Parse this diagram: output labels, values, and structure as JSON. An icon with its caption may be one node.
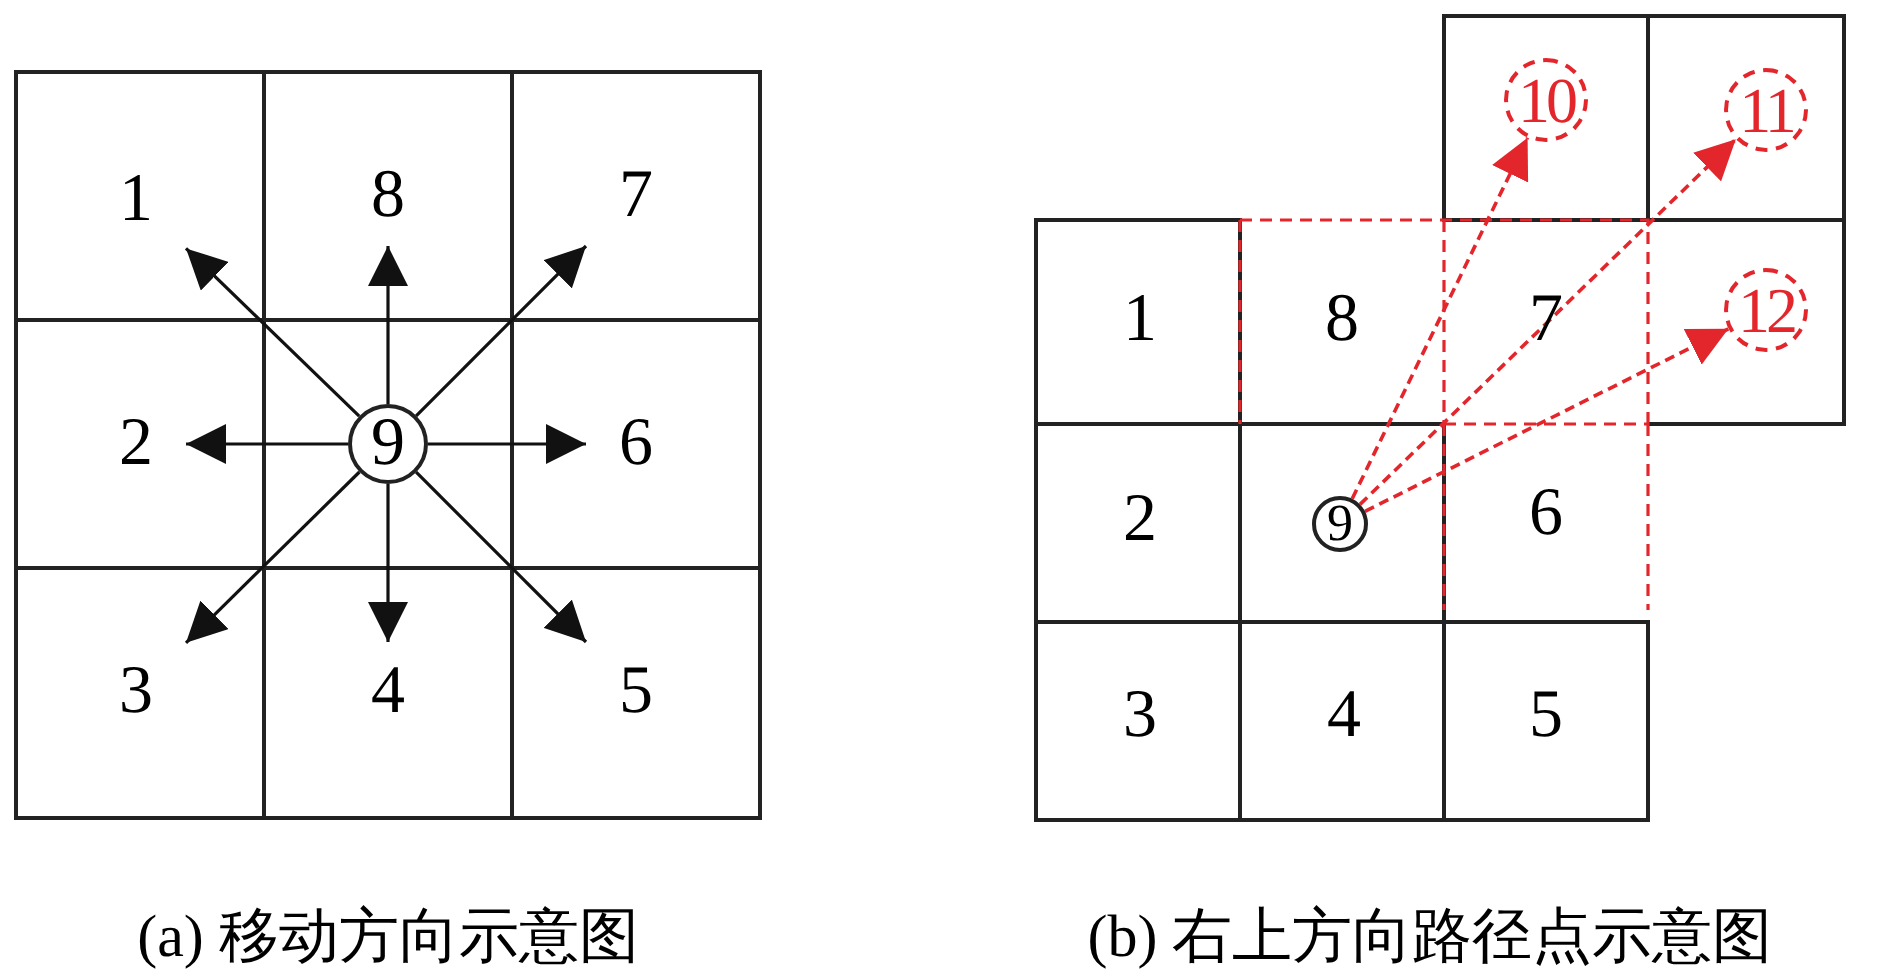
{
  "diagram": {
    "nodes": [
      {
        "text": [
          "1"
        ]
      },
      {
        "text": [
          "2"
        ]
      },
      {
        "text": [
          "3"
        ]
      },
      {
        "text": [
          "4"
        ]
      },
      {
        "text": [
          "5"
        ]
      },
      {
        "text": [
          "6"
        ]
      },
      {
        "text": [
          "7"
        ]
      },
      {
        "text": [
          "8"
        ]
      },
      {
        "text": [
          "9"
        ]
      },
      {
        "text": [
          "1"
        ]
      },
      {
        "text": [
          "2"
        ]
      },
      {
        "text": [
          "3"
        ]
      },
      {
        "text": [
          "4"
        ]
      },
      {
        "text": [
          "5"
        ]
      },
      {
        "text": [
          "6"
        ]
      },
      {
        "text": [
          "7"
        ]
      },
      {
        "text": [
          "8"
        ]
      },
      {
        "text": [
          "9"
        ]
      },
      {
        "text": [
          "10"
        ]
      },
      {
        "text": [
          "11"
        ]
      },
      {
        "text": [
          "12"
        ]
      }
    ],
    "edges": [
      {
        "from": 8,
        "to": 0,
        "arrow": "to"
      },
      {
        "from": 8,
        "to": 1,
        "arrow": "to"
      },
      {
        "from": 8,
        "to": 2,
        "arrow": "to"
      },
      {
        "from": 8,
        "to": 3,
        "arrow": "to"
      },
      {
        "from": 8,
        "to": 4,
        "arrow": "to"
      },
      {
        "from": 8,
        "to": 5,
        "arrow": "to"
      },
      {
        "from": 8,
        "to": 6,
        "arrow": "to"
      },
      {
        "from": 8,
        "to": 7,
        "arrow": "to"
      },
      {
        "from": 17,
        "to": 18,
        "arrow": "to",
        "style": "dashed",
        "color": "#e3262c"
      },
      {
        "from": 17,
        "to": 19,
        "arrow": "to",
        "style": "dashed",
        "color": "#e3262c"
      },
      {
        "from": 17,
        "to": 20,
        "arrow": "to",
        "style": "dashed",
        "color": "#e3262c"
      }
    ],
    "labels": [
      "(a) 移动方向示意图",
      "(b) 右上方向路径点示意图"
    ]
  }
}
